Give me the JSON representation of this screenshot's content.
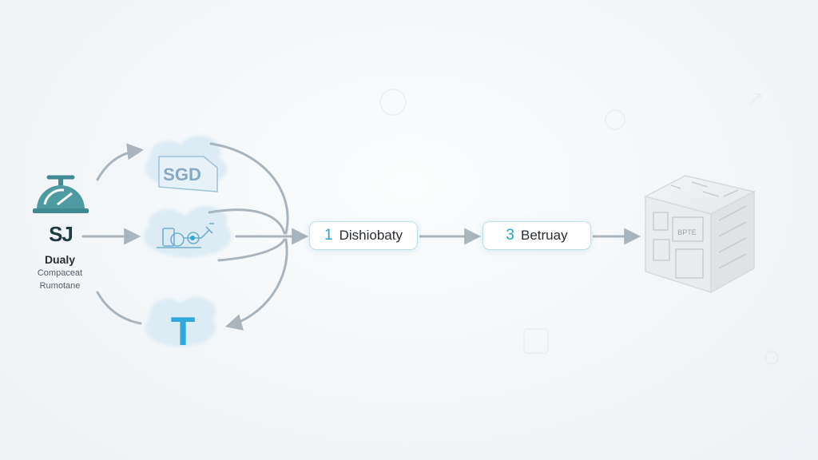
{
  "source": {
    "logo_text": "SJ",
    "title": "Dualy",
    "subtitle_line1": "Compaceat",
    "subtitle_line2": "Rumotane",
    "icon": "service-bell-icon"
  },
  "branches": [
    {
      "icon": "cloud-icon",
      "label": "SGD"
    },
    {
      "icon": "cloud-machine-icon",
      "label": ""
    },
    {
      "icon": "cloud-icon",
      "label": "T"
    }
  ],
  "steps": [
    {
      "number": "1",
      "label": "Dishiobaty"
    },
    {
      "number": "3",
      "label": "Betruay"
    }
  ],
  "target": {
    "icon": "isometric-cube-icon",
    "label": "BPTE"
  },
  "colors": {
    "background": "#f3f6f8",
    "arrow": "#a9b4bd",
    "accent": "#22a7c9",
    "bell": "#3f8a93",
    "cloud": "#dcebf4",
    "t_letter": "#2fa9dc"
  }
}
